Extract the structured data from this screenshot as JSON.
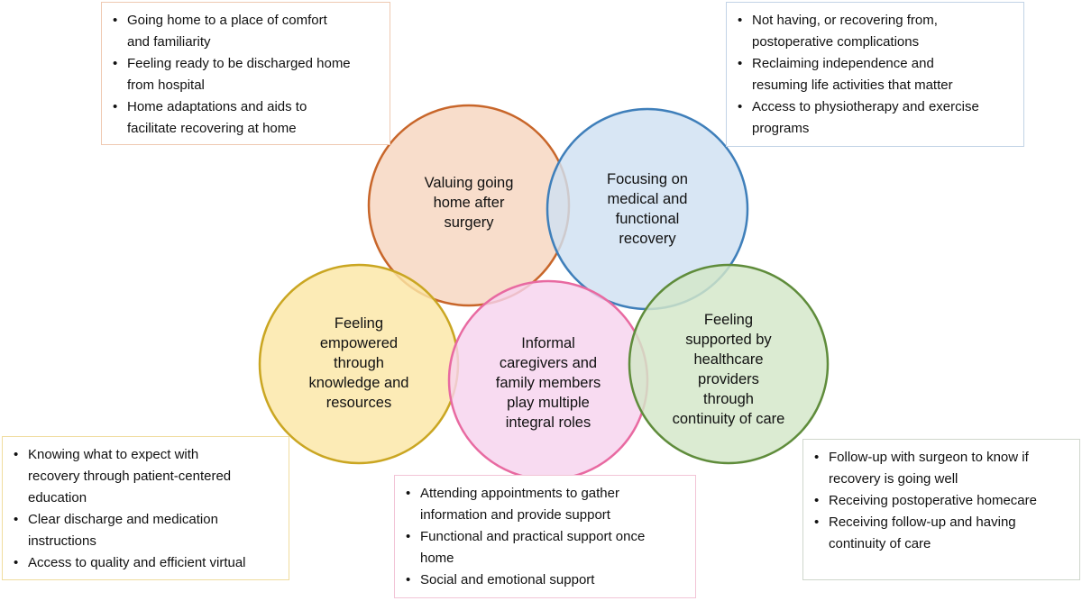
{
  "themes": [
    {
      "id": "home",
      "label": "Valuing going home after surgery",
      "label_lines": [
        "Valuing going",
        "home after",
        "surgery"
      ],
      "fill": "#f6d6bf",
      "stroke": "#c8662a",
      "box_border": "#efc9b2",
      "bullets": [
        [
          "Going home to a place of comfort",
          "and familiarity"
        ],
        [
          "Feeling ready to be discharged home",
          "from hospital"
        ],
        [
          "Home adaptations and aids to",
          "facilitate recovering at home"
        ]
      ]
    },
    {
      "id": "medical",
      "label": "Focusing on medical and functional recovery",
      "label_lines": [
        "Focusing on",
        "medical and",
        "functional",
        "recovery"
      ],
      "fill": "#cfe1f2",
      "stroke": "#3f7fba",
      "box_border": "#c2d3e6",
      "bullets": [
        [
          "Not having, or recovering from,",
          "postoperative complications"
        ],
        [
          "Reclaiming independence and",
          "resuming life activities that matter"
        ],
        [
          "Access to physiotherapy and exercise",
          "programs"
        ]
      ]
    },
    {
      "id": "empowered",
      "label": "Feeling empowered through knowledge and resources",
      "label_lines": [
        "Feeling",
        "empowered",
        "through",
        "knowledge and",
        "resources"
      ],
      "fill": "#fbe6a6",
      "stroke": "#caa622",
      "box_border": "#f0dc9e",
      "bullets": [
        [
          "Knowing what to expect with",
          "recovery through patient-centered",
          "education"
        ],
        [
          "Clear discharge and medication",
          "instructions"
        ],
        [
          "Access to quality and efficient virtual"
        ]
      ]
    },
    {
      "id": "caregivers",
      "label": "Informal caregivers and family members play multiple integral roles",
      "label_lines": [
        "Informal",
        "caregivers and",
        "family members",
        "play multiple",
        "integral roles"
      ],
      "fill": "#f6d3ee",
      "stroke": "#e86aa1",
      "box_border": "#f2c4d6",
      "bullets": [
        [
          "Attending appointments to gather",
          "information and provide support"
        ],
        [
          "Functional and practical support once",
          "home"
        ],
        [
          "Social and emotional support"
        ]
      ]
    },
    {
      "id": "supported",
      "label": "Feeling supported by healthcare providers through continuity of care",
      "label_lines": [
        "Feeling",
        "supported by",
        "healthcare",
        "providers",
        "through",
        "continuity of care"
      ],
      "fill": "#d3e7c8",
      "stroke": "#5f8c3b",
      "box_border": "#cfd6cc",
      "bullets": [
        [
          "Follow-up with surgeon to know if",
          "recovery is going well"
        ],
        [
          "Receiving postoperative homecare"
        ],
        [
          "Receiving follow-up and having",
          "continuity of care"
        ]
      ]
    }
  ]
}
